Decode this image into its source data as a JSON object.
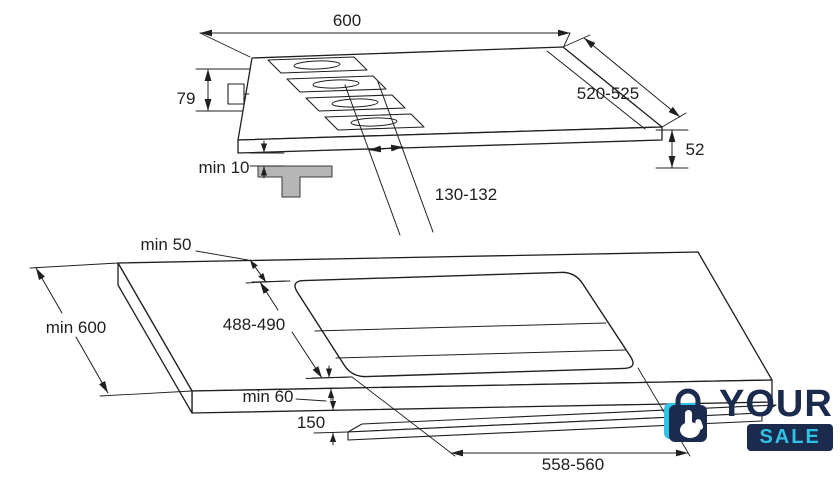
{
  "hob_view": {
    "dim_width": "600",
    "dim_depth": "520-525",
    "dim_height_left": "79",
    "dim_edge_height": "52",
    "dim_bottom_clearance": "min 10",
    "dim_burner_offset": "130-132"
  },
  "worktop_view": {
    "dim_back_gap": "min 50",
    "dim_worktop_depth": "min 600",
    "dim_cutout_depth": "488-490",
    "dim_front_gap": "min 60",
    "dim_shelf_clearance": "150",
    "dim_cutout_width": "558-560"
  },
  "style": {
    "line_color": "#1f1f1f",
    "bracket_fill": "#b6b6b6",
    "background": "#ffffff"
  },
  "logo": {
    "word_top": "YOUR",
    "word_bottom": "SALE",
    "navy": "#1b2b4d",
    "cyan": "#2fc3e6",
    "icon": "shopping-bag-click-icon"
  }
}
